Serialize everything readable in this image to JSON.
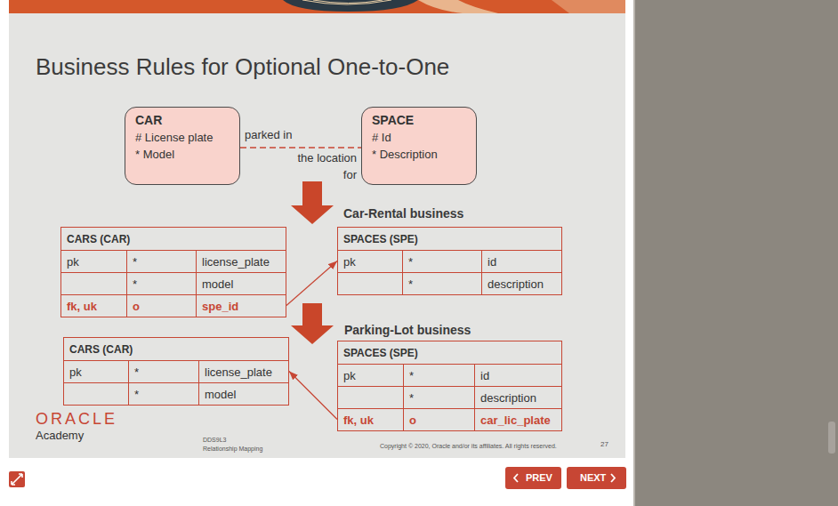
{
  "diagram": {
    "title": "Business Rules for Optional One-to-One",
    "nodes": [
      {
        "text": [
          "CAR",
          "# License plate",
          "* Model"
        ]
      },
      {
        "text": [
          "SPACE",
          "# Id",
          "* Description"
        ]
      },
      {
        "text": [
          "CARS (CAR)",
          "pk",
          "*",
          "license_plate",
          "*",
          "model",
          "fk, uk",
          "o",
          "spe_id"
        ]
      },
      {
        "text": [
          "SPACES (SPE)",
          "pk",
          "*",
          "id",
          "*",
          "description"
        ]
      },
      {
        "text": [
          "CARS (CAR)",
          "pk",
          "*",
          "license_plate",
          "*",
          "model"
        ]
      },
      {
        "text": [
          "SPACES (SPE)",
          "pk",
          "*",
          "id",
          "*",
          "description",
          "fk, uk",
          "o",
          "car_lic_plate"
        ]
      },
      {
        "text": [
          "PREV"
        ]
      },
      {
        "text": [
          "NEXT"
        ]
      }
    ],
    "edges": [
      {
        "from": 0,
        "to": 1,
        "arrow": "none",
        "label": "parked in"
      },
      {
        "from": 2,
        "to": 3,
        "arrow": "to"
      },
      {
        "from": 5,
        "to": 4,
        "arrow": "to"
      }
    ],
    "labels": [
      "the location for",
      "Car-Rental business",
      "Parking-Lot business",
      "ORACLE",
      "Academy",
      "DDS9L3",
      "Relationship Mapping",
      "Copyright © 2020, Oracle and/or its affiliates. All rights reserved.",
      "27"
    ]
  }
}
